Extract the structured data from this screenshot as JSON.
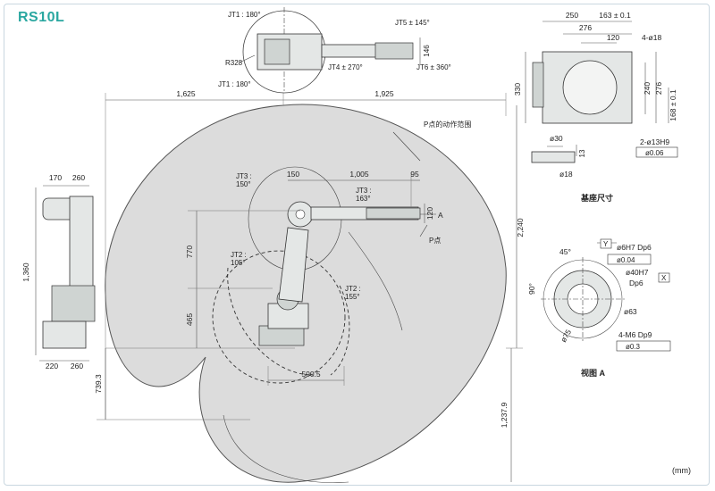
{
  "title": "RS10L",
  "unit": "(mm)",
  "top_view": {
    "jt1_top": "JT1 : 180°",
    "jt1_bottom": "JT1 : 180°",
    "radius": "R328",
    "jt4": "JT4 ± 270°",
    "jt5": "JT5 ± 145°",
    "jt6": "JT6 ± 360°",
    "dim_146": "146"
  },
  "main_view": {
    "dim_1625": "1,625",
    "dim_1925": "1,925",
    "dim_2240": "2,240",
    "dim_770": "770",
    "dim_465": "465",
    "dim_7393": "739.3",
    "dim_12379": "1,237.9",
    "dim_1360": "1,360",
    "dim_150": "150",
    "dim_1005": "1,005",
    "dim_95": "95",
    "dim_120": "120",
    "dim_5005": "500.5",
    "p_range": "P点的动作范围",
    "p_point": "P点",
    "a_label": "A",
    "jt3_left": "JT3 :\n150°",
    "jt3_right": "JT3 :\n163°",
    "jt2_left": "JT2 :\n105°",
    "jt2_right": "JT2 :\n155°"
  },
  "side_view": {
    "dim_170": "170",
    "dim_260a": "260",
    "dim_220": "220",
    "dim_260b": "260"
  },
  "base_view": {
    "dim_250": "250",
    "dim_163": "163 ± 0.1",
    "dim_276a": "276",
    "dim_120": "120",
    "dim_4phi18": "4-ø18",
    "dim_330": "330",
    "dim_240": "240",
    "dim_276b": "276",
    "dim_168": "168 ± 0.1",
    "dim_phi30": "ø30",
    "dim_13": "13",
    "dim_phi18": "ø18",
    "hole_spec": "2-ø13H9",
    "tol": "ø0.06",
    "caption": "基座尺寸"
  },
  "view_a": {
    "angle_45": "45°",
    "angle_90": "90°",
    "datum_y": "Y",
    "datum_x": "X",
    "spec_6h7": "ø6H7 Dp6",
    "tol_004": "ø0.04",
    "spec_40h7": "ø40H7",
    "spec_dp6": "Dp6",
    "dim_phi63": "ø63",
    "dim_phi75": "ø75",
    "spec_m6": "4-M6 Dp9",
    "tol_03": "ø0.3",
    "caption": "视图 A"
  }
}
